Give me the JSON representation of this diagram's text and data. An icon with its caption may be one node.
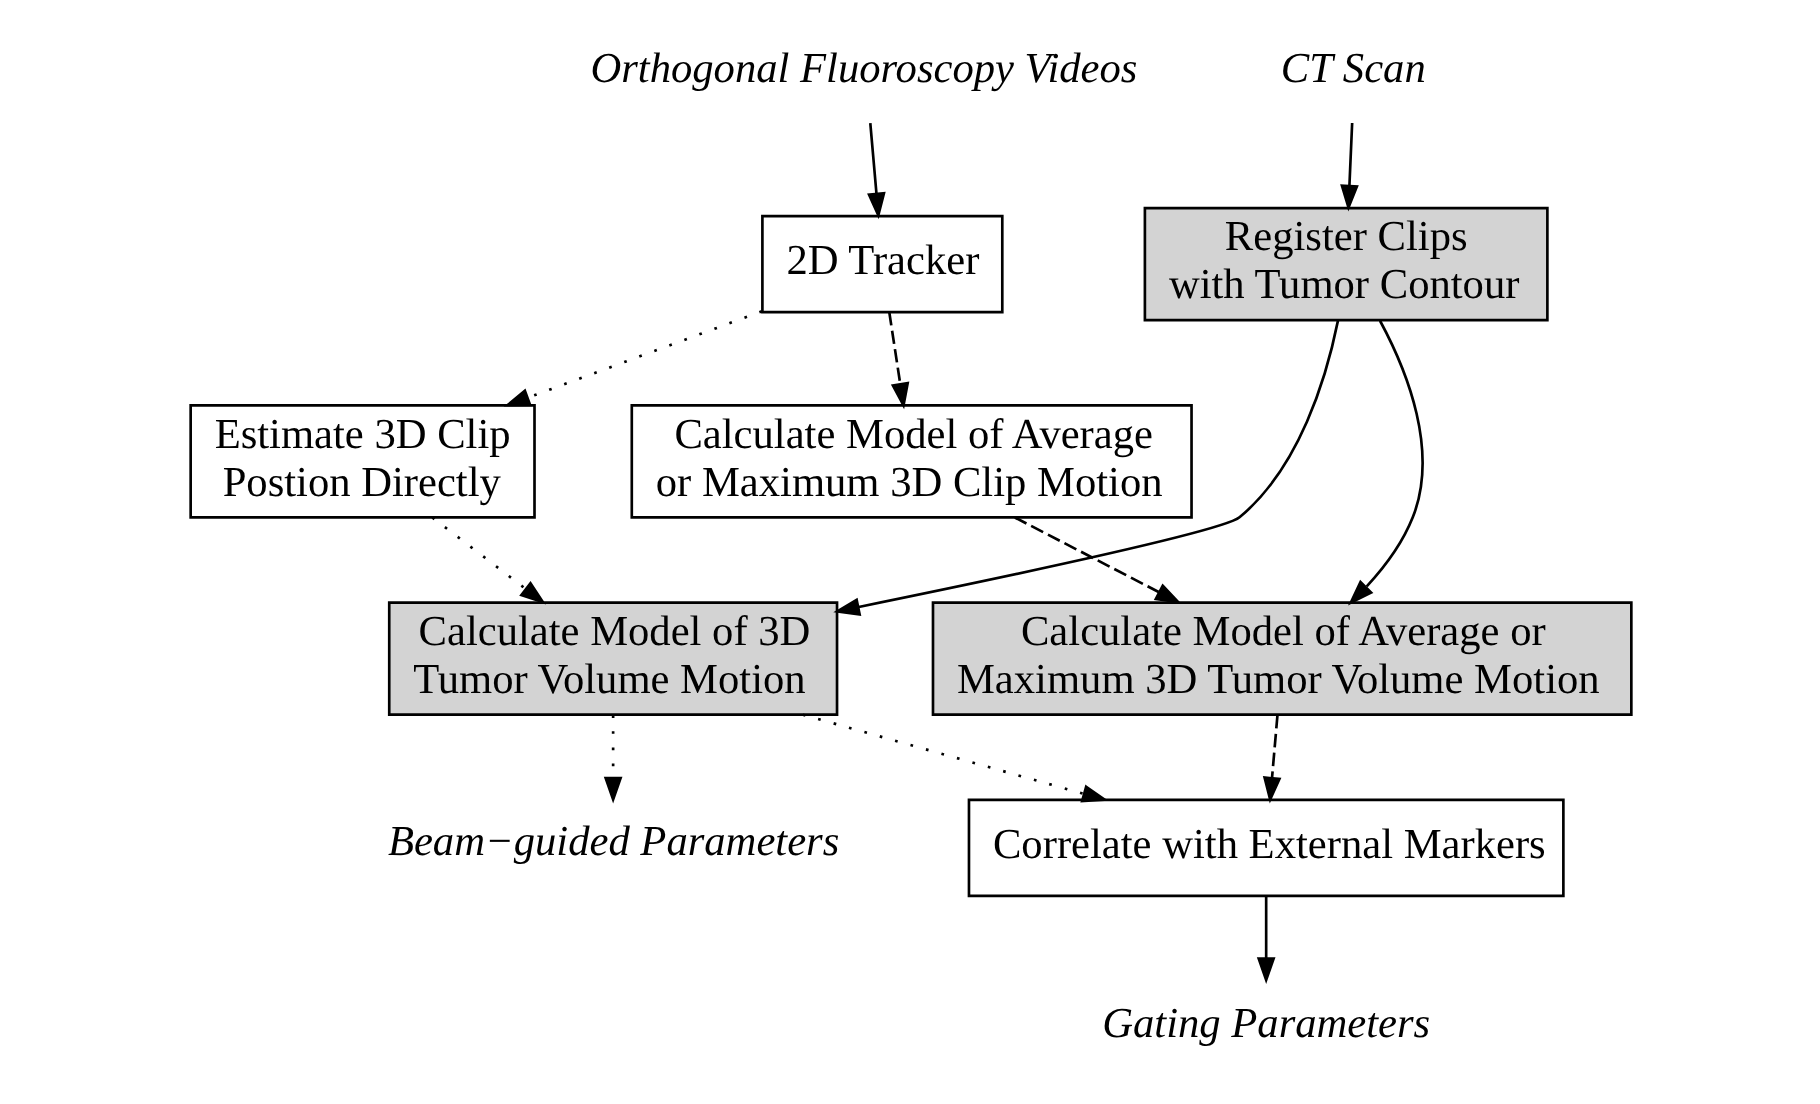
{
  "diagram": {
    "nodes": [
      {
        "text": [
          "Orthogonal Fluoroscopy Videos"
        ]
      },
      {
        "text": [
          "CT Scan"
        ]
      },
      {
        "text": [
          "2D Tracker"
        ]
      },
      {
        "text": [
          "Register Clips with Tumor Contour"
        ]
      },
      {
        "text": [
          "Estimate 3D Clip Postion Directly"
        ]
      },
      {
        "text": [
          "Calculate Model of Average or Maximum 3D Clip Motion"
        ]
      },
      {
        "text": [
          "Calculate Model of 3D Tumor Volume Motion"
        ]
      },
      {
        "text": [
          "Calculate Model of Average or Maximum 3D Tumor Volume Motion"
        ]
      },
      {
        "text": [
          "Correlate with External Markers"
        ]
      },
      {
        "text": [
          "Beam−guided Parameters"
        ]
      },
      {
        "text": [
          "Gating Parameters"
        ]
      }
    ],
    "edges": [
      {
        "from": 0,
        "to": 2,
        "arrow": "to"
      },
      {
        "from": 1,
        "to": 3,
        "arrow": "to"
      },
      {
        "from": 2,
        "to": 4,
        "arrow": "to",
        "style": "dashed"
      },
      {
        "from": 2,
        "to": 5,
        "arrow": "to",
        "style": "dashed"
      },
      {
        "from": 3,
        "to": 6,
        "arrow": "to"
      },
      {
        "from": 3,
        "to": 7,
        "arrow": "to"
      },
      {
        "from": 4,
        "to": 6,
        "arrow": "to",
        "style": "dashed"
      },
      {
        "from": 5,
        "to": 7,
        "arrow": "to",
        "style": "dashed"
      },
      {
        "from": 6,
        "to": 8,
        "arrow": "to",
        "style": "dashed"
      },
      {
        "from": 6,
        "to": 9,
        "arrow": "to",
        "style": "dashed"
      },
      {
        "from": 7,
        "to": 8,
        "arrow": "to",
        "style": "dashed"
      },
      {
        "from": 8,
        "to": 10,
        "arrow": "to"
      }
    ]
  }
}
